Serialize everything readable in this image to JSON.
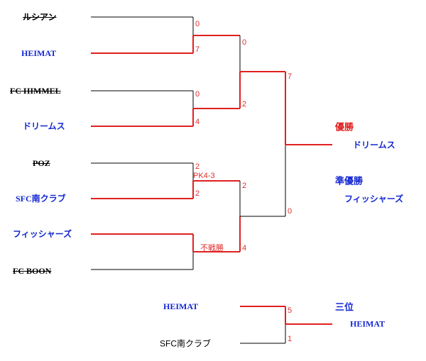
{
  "bracket": {
    "teams": [
      "ルシアン",
      "HEIMAT",
      "FC HIMMEL",
      "ドリームス",
      "POZ",
      "SFC南クラブ",
      "フィッシャーズ",
      "FC BOON"
    ],
    "round1_scores": [
      "0",
      "7",
      "0",
      "4",
      "2",
      "2"
    ],
    "pk_note": "PK4-3",
    "forfeit_note": "不戦勝",
    "semi_scores": [
      "0",
      "2",
      "2",
      "4"
    ],
    "final_scores": [
      "7",
      "0"
    ]
  },
  "awards": {
    "champion_label": "優勝",
    "champion_team": "ドリームス",
    "runner_up_label": "準優勝",
    "runner_up_team": "フィッシャーズ",
    "third_label": "三位",
    "third_team": "HEIMAT"
  },
  "third_place_match": {
    "team_a": "HEIMAT",
    "team_b": "SFC南クラブ",
    "score_a": "5",
    "score_b": "1"
  },
  "colors": {
    "win_line": "#e02020",
    "lose_line": "#000000",
    "team_winner_text": "#1428d2",
    "score_text": "#e03030"
  }
}
